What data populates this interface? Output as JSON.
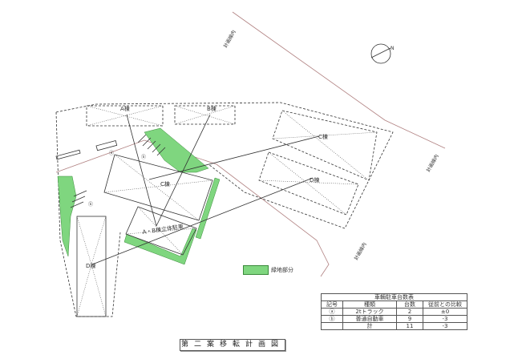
{
  "title": "第二案移転計画図",
  "legend": {
    "green_area": "緑地部分",
    "green_color": "#7fd67f"
  },
  "buildings": {
    "a": "A棟",
    "b": "B棟",
    "c_new": "C棟",
    "c_old": "C棟",
    "d_old": "D棟",
    "d_new": "D棟",
    "ab": "A・B棟立体駐車"
  },
  "road_label": "計画線内",
  "compass": "N",
  "parking_marks": {
    "a": "ⓐ",
    "b": "ⓑ"
  },
  "table": {
    "caption": "車輌駐車台数表",
    "headers": [
      "記号",
      "種類",
      "台数",
      "従前との比較"
    ],
    "rows": [
      [
        "ⓐ",
        "2tトラック",
        "2",
        "±0"
      ],
      [
        "ⓑ",
        "普通自動車",
        "9",
        "-3"
      ],
      [
        "",
        "計",
        "11",
        "-3"
      ]
    ]
  }
}
